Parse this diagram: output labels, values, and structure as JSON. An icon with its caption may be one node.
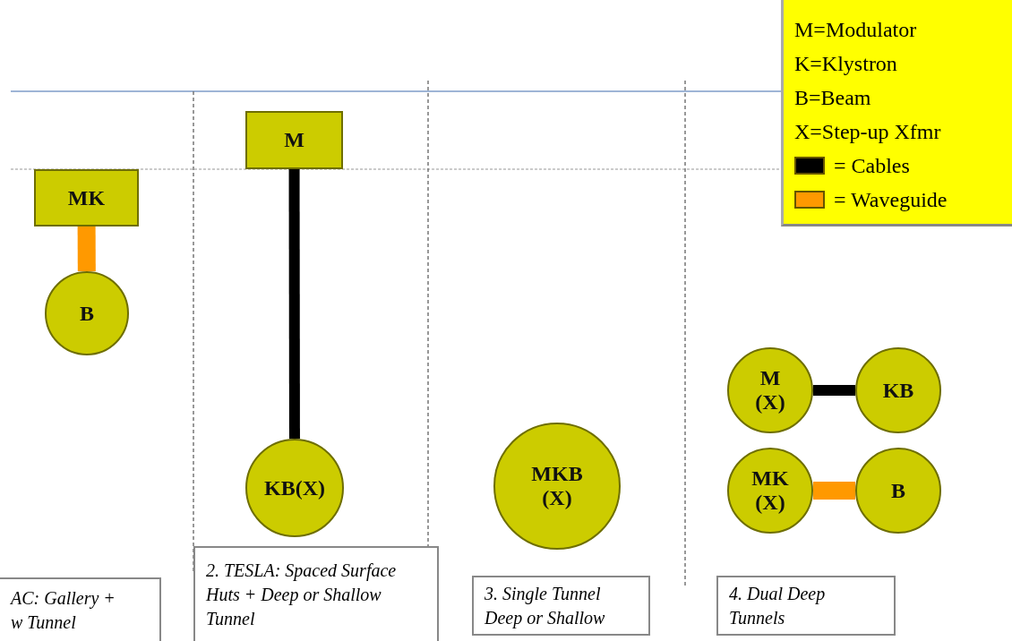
{
  "diagram": {
    "nodes": [
      {
        "text": [
          "MK"
        ]
      },
      {
        "text": [
          "B"
        ]
      },
      {
        "text": [
          "M"
        ]
      },
      {
        "text": [
          "KB(X)"
        ]
      },
      {
        "text": [
          "MKB (X)"
        ]
      },
      {
        "text": [
          "M (X)"
        ]
      },
      {
        "text": [
          "KB"
        ]
      },
      {
        "text": [
          "MK (X)"
        ]
      },
      {
        "text": [
          "B"
        ]
      },
      {
        "text": [
          "AC: Gallery + w Tunnel"
        ]
      },
      {
        "text": [
          "2. TESLA: Spaced Surface Huts + Deep or Shallow Tunnel"
        ]
      },
      {
        "text": [
          "3. Single Tunnel Deep or Shallow"
        ]
      },
      {
        "text": [
          "4. Dual Deep Tunnels"
        ]
      }
    ],
    "edges": [
      {
        "from": 0,
        "to": 1,
        "arrow": "none",
        "color": "#ff9900"
      },
      {
        "from": 2,
        "to": 3,
        "arrow": "none",
        "color": "#000000"
      },
      {
        "from": 5,
        "to": 6,
        "arrow": "none",
        "color": "#000000"
      },
      {
        "from": 7,
        "to": 8,
        "arrow": "none",
        "color": "#ff9900"
      }
    ],
    "legend": [
      {
        "text": "M=Modulator"
      },
      {
        "text": "K=Klystron"
      },
      {
        "text": "B=Beam"
      },
      {
        "text": "X=Step-up Xfmr"
      },
      {
        "text": "= Cables",
        "color": "#000000"
      },
      {
        "text": "= Waveguide",
        "color": "#ff9900"
      }
    ]
  }
}
